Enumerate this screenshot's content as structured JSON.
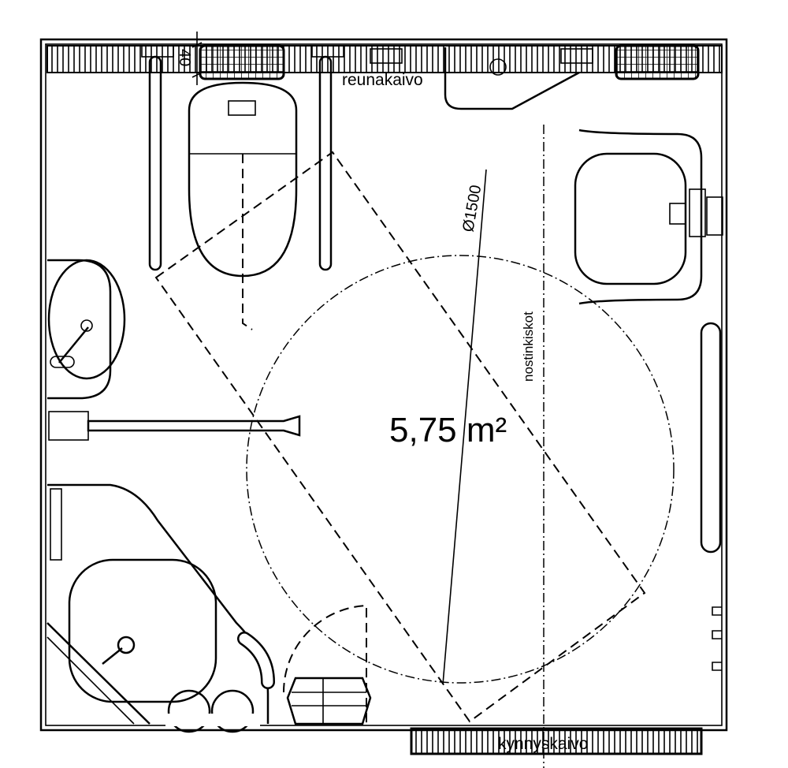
{
  "drawing": {
    "area_label": "5,75 m²",
    "diameter_label": "Ø1500",
    "dimension_label": "40",
    "top_drain_label": "reunakaivo",
    "bottom_drain_label": "kynnyskaivo",
    "hoist_rail_label": "nostinkiskot"
  },
  "colors": {
    "line": "#000000",
    "background": "#ffffff"
  }
}
